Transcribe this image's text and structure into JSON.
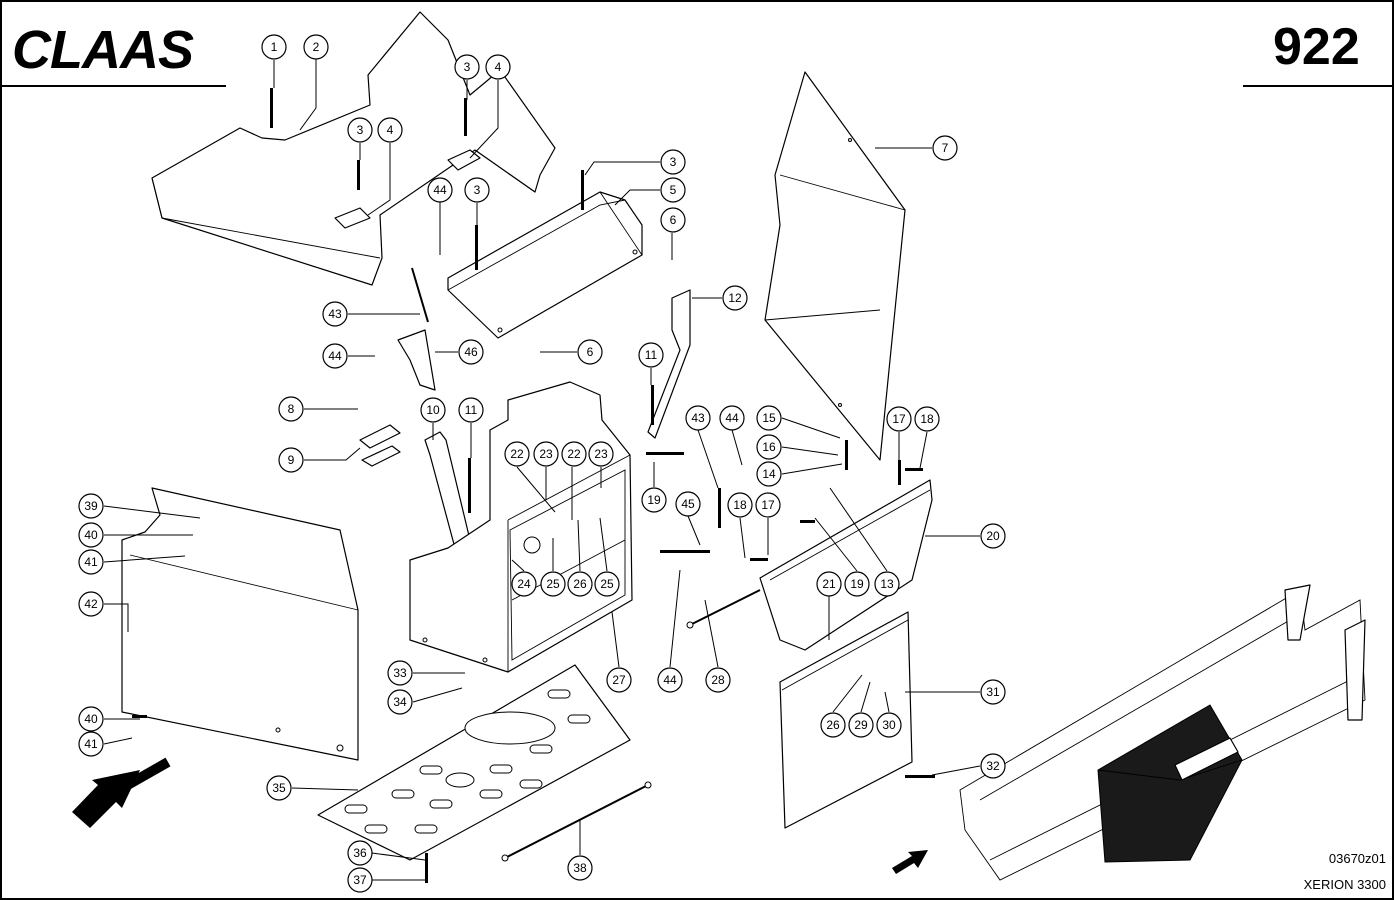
{
  "header": {
    "logo": "CLAAS",
    "sheet_number": "922"
  },
  "footer": {
    "drawing_code": "03670z01",
    "model": "XERION 3300"
  },
  "callouts": [
    "1",
    "2",
    "3",
    "4",
    "3",
    "4",
    "44",
    "3",
    "3",
    "5",
    "6",
    "6",
    "7",
    "12",
    "43",
    "44",
    "46",
    "11",
    "8",
    "9",
    "10",
    "11",
    "22",
    "23",
    "22",
    "23",
    "43",
    "44",
    "15",
    "16",
    "14",
    "17",
    "18",
    "19",
    "45",
    "18",
    "17",
    "20",
    "13",
    "19",
    "21",
    "24",
    "25",
    "26",
    "25",
    "39",
    "40",
    "41",
    "42",
    "44",
    "28",
    "27",
    "33",
    "34",
    "31",
    "26",
    "29",
    "30",
    "40",
    "41",
    "35",
    "32",
    "36",
    "37",
    "38"
  ]
}
